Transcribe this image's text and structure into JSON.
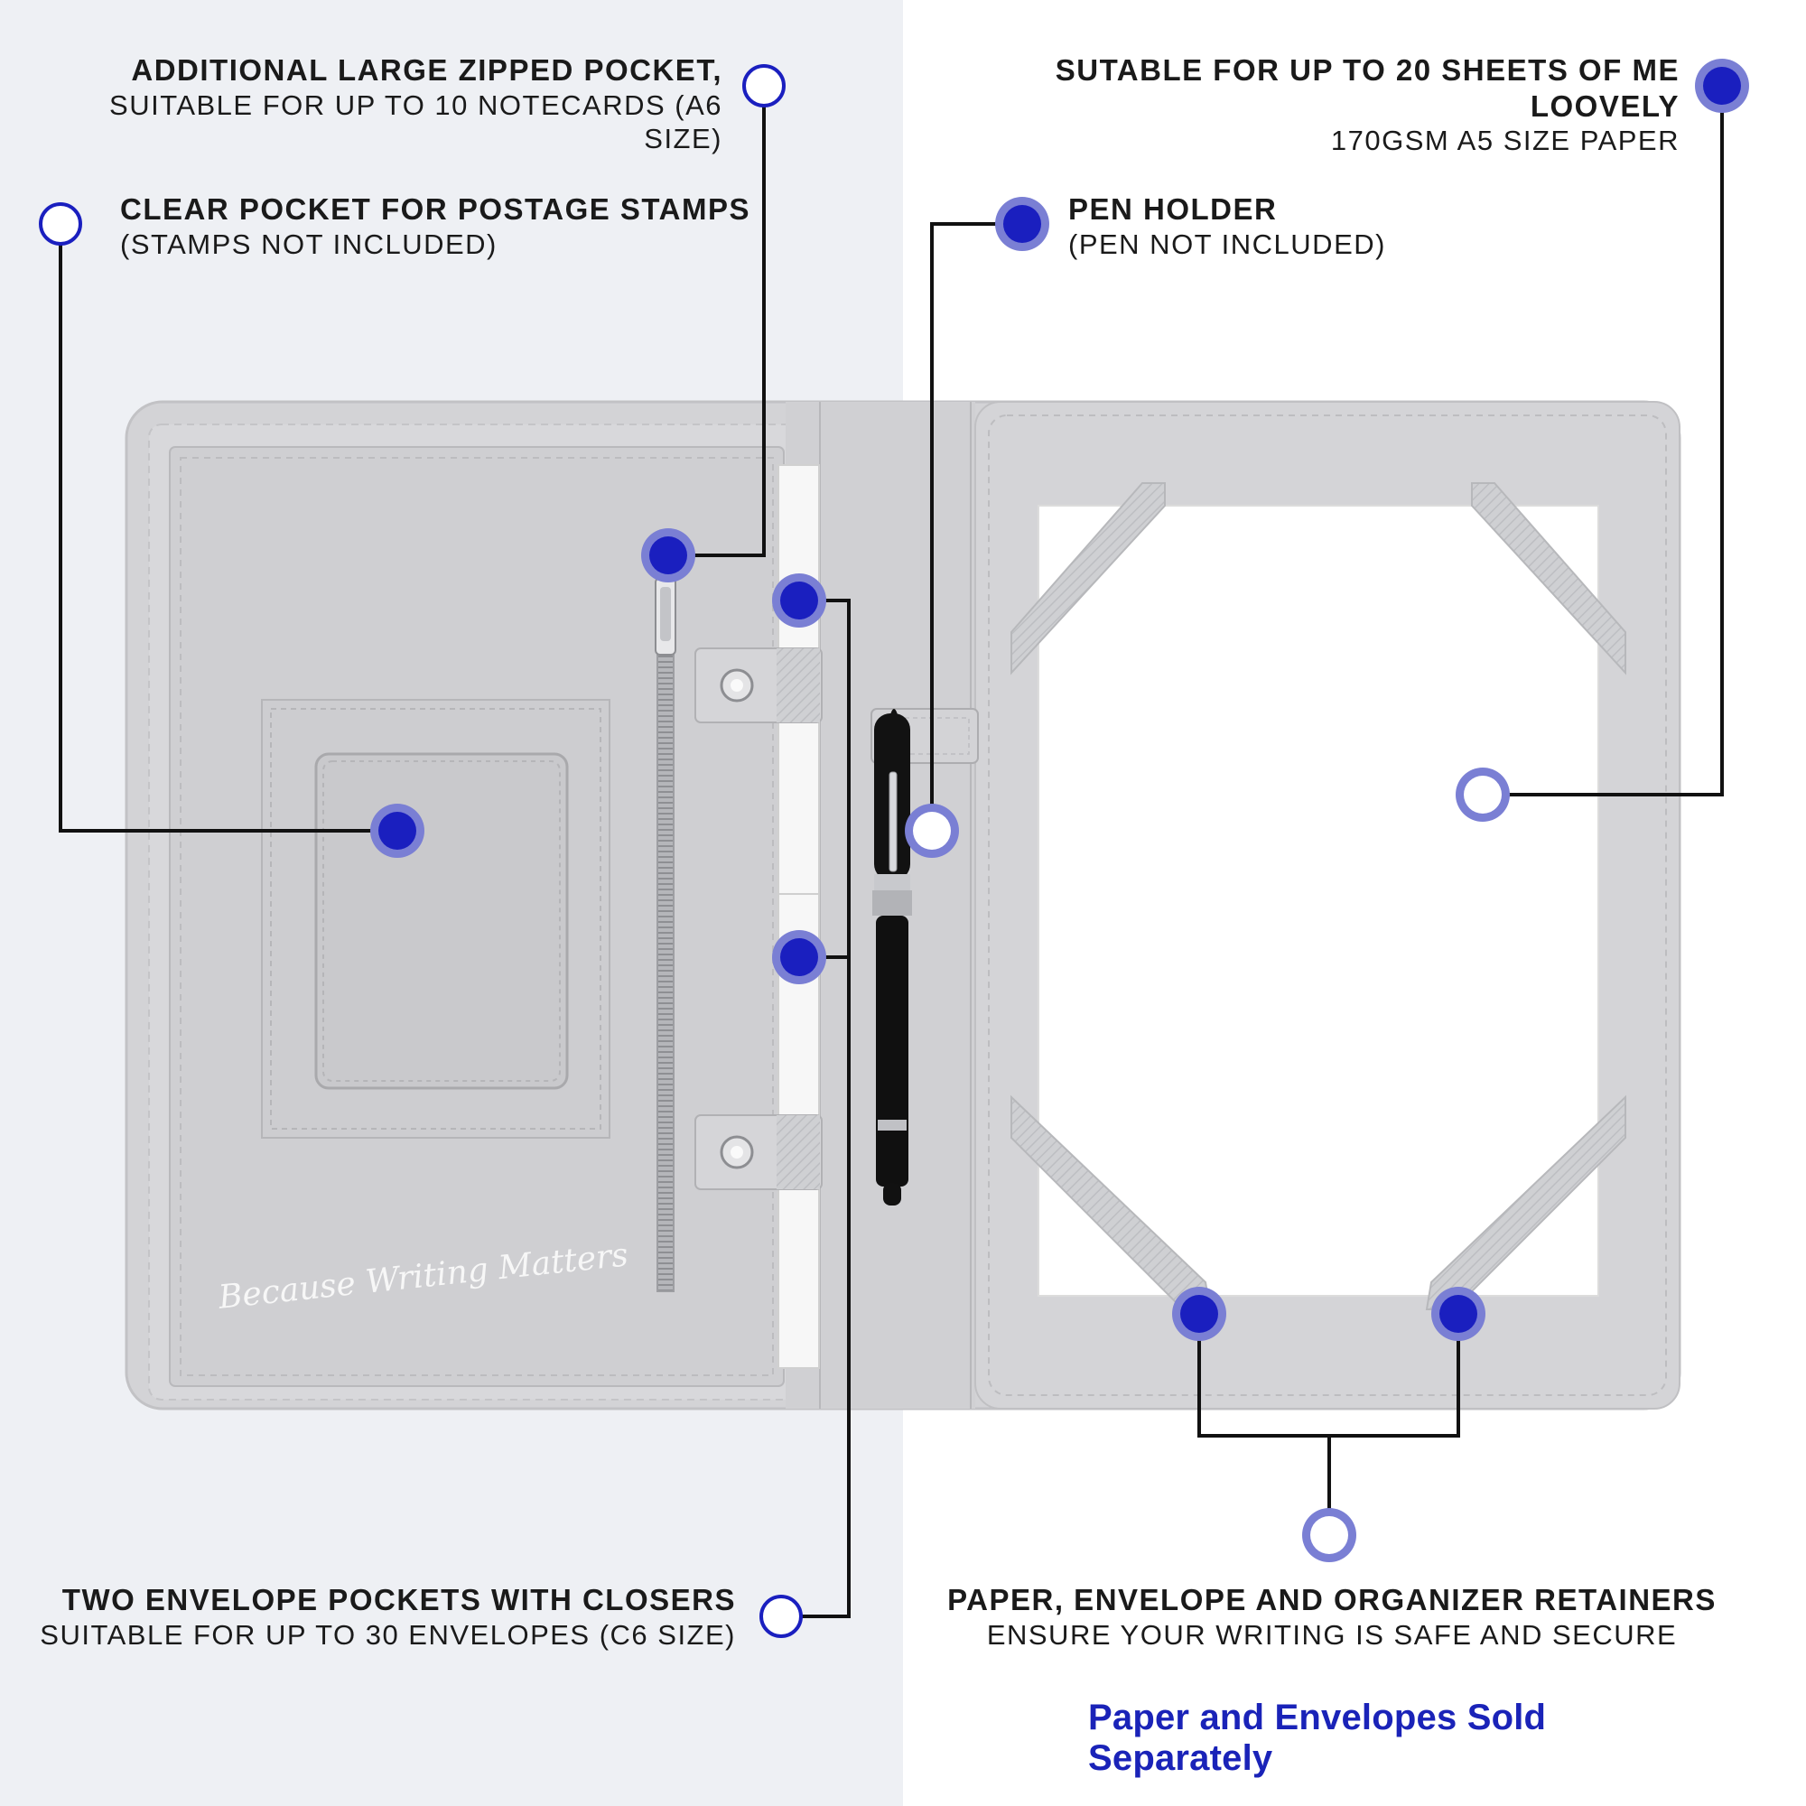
{
  "callouts": {
    "zipped_pocket": {
      "title": "ADDITIONAL LARGE ZIPPED POCKET,",
      "subtitle": "SUITABLE FOR UP TO 10 NOTECARDS (A6 SIZE)"
    },
    "paper_capacity": {
      "title": "SUTABLE FOR UP TO 20 SHEETS OF ME LOOVELY",
      "subtitle": "170GSM A5 SIZE PAPER"
    },
    "stamp_pocket": {
      "title": "CLEAR POCKET FOR POSTAGE STAMPS",
      "subtitle": "(STAMPS NOT INCLUDED)"
    },
    "pen_holder": {
      "title": "PEN HOLDER",
      "subtitle": "(PEN NOT INCLUDED)"
    },
    "envelope_pockets": {
      "title": "TWO ENVELOPE POCKETS WITH CLOSERS",
      "subtitle": "SUITABLE FOR UP TO 30 ENVELOPES (C6 SIZE)"
    },
    "retainers": {
      "title": "PAPER, ENVELOPE AND ORGANIZER RETAINERS",
      "subtitle": "ENSURE YOUR WRITING IS SAFE AND SECURE"
    }
  },
  "brand_script": "Because Writing Matters",
  "footer_note": "Paper and Envelopes Sold Separately",
  "colors": {
    "marker_blue": "#1a1fbf",
    "marker_ring": "#7a7fd4",
    "line": "#111111",
    "leather": "#d6d6d8",
    "footer_text": "#1a23b8"
  }
}
